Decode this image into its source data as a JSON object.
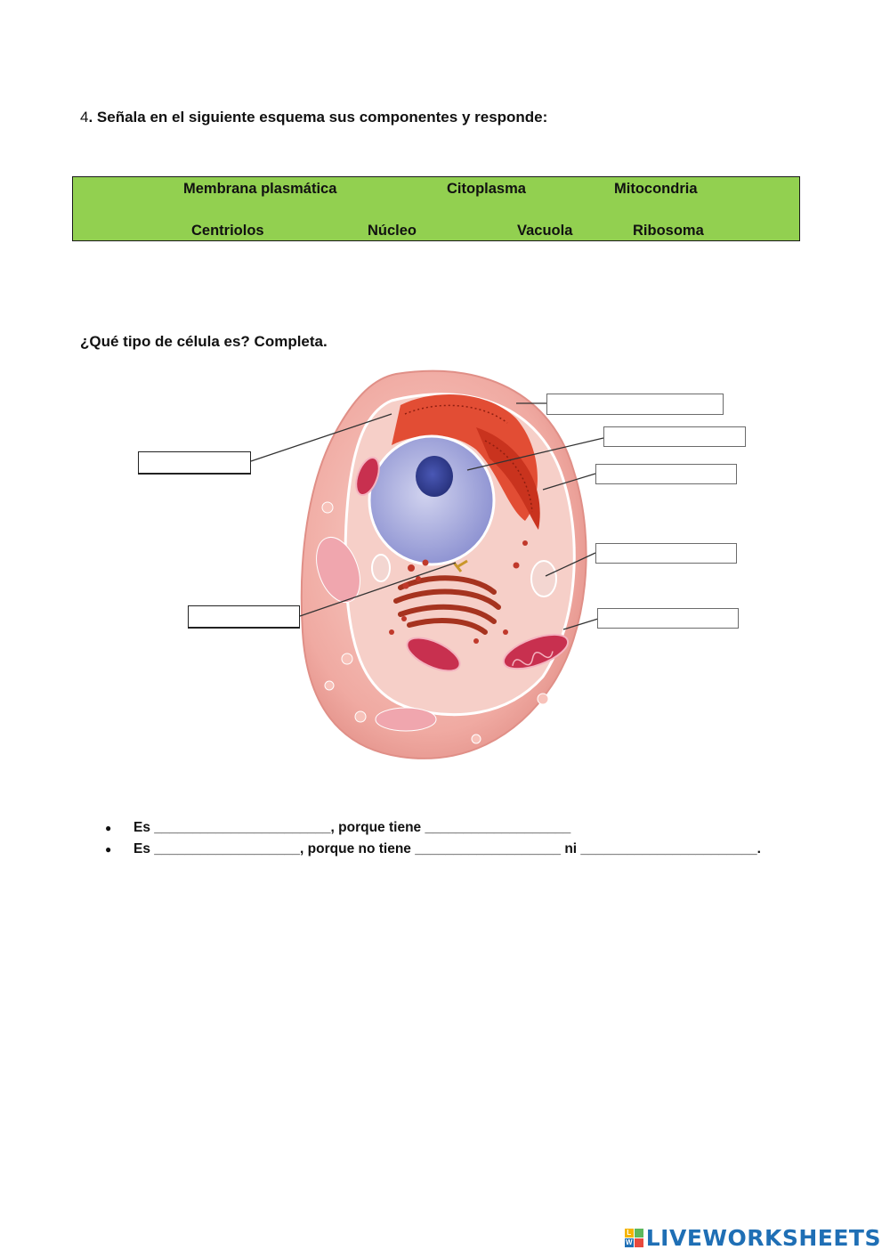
{
  "question4": {
    "number": "4",
    "text": ". Señala en el siguiente esquema sus componentes y responde:"
  },
  "word_bank": {
    "background": "#92d050",
    "row1": [
      "Membrana plasmática",
      "Citoplasma",
      "Mitocondria"
    ],
    "row2": [
      "Centriolos",
      "Núcleo",
      "Vacuola",
      "Ribosoma"
    ]
  },
  "question_cell": {
    "text": "¿Qué tipo de célula es? Completa."
  },
  "answers": {
    "line1": "Es _______________________, porque tiene ___________________",
    "line2": "Es ___________________, porque no tiene ___________________ ni _______________________."
  },
  "footer": {
    "logo_text": "LIVEWORKSHEETS",
    "logo_letters": [
      "L",
      "W"
    ]
  },
  "colors": {
    "cell_outer": "#f2b8b0",
    "cytoplasm": "#f6cfc8",
    "nucleus": "#9fa3d9",
    "er_red": "#e0462c",
    "mitochondria": "#c8304f",
    "logo_blue": "#1f6fb5"
  }
}
